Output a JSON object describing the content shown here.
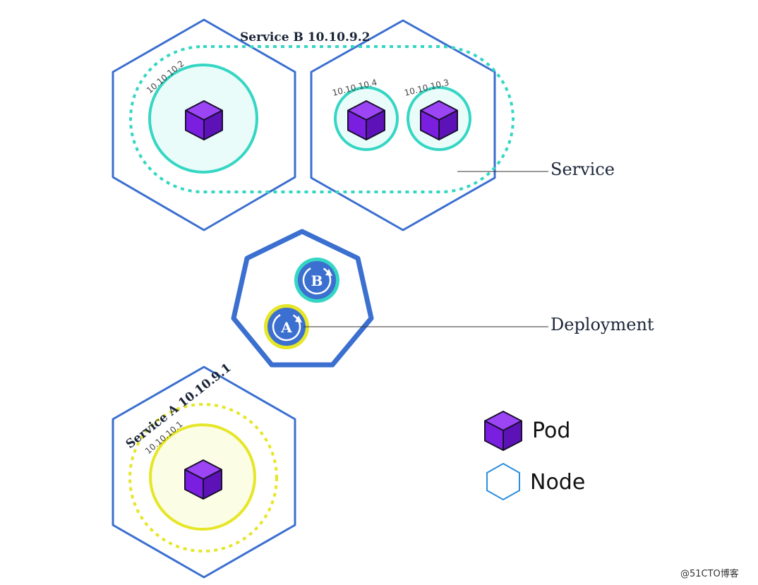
{
  "service_b": {
    "title": "Service B 10.10.9.2",
    "pods": [
      {
        "ip": "10.10.10.2"
      },
      {
        "ip": "10.10.10.4"
      },
      {
        "ip": "10.10.10.3"
      }
    ]
  },
  "service_a": {
    "title": "Service A  10.10.9.1",
    "pods": [
      {
        "ip": "10.10.10.1"
      }
    ]
  },
  "deployment": {
    "badges": [
      {
        "letter": "B"
      },
      {
        "letter": "A"
      }
    ]
  },
  "callouts": {
    "service": "Service",
    "deployment": "Deployment"
  },
  "legend": {
    "pod": "Pod",
    "node": "Node"
  },
  "watermark": "@51CTO博客",
  "colors": {
    "node_blue": "#3b6fd0",
    "service_b_teal": "#35d6c4",
    "service_a_yellow": "#e6e628",
    "pod_purple": "#7a1fe0",
    "legend_node_blue": "#2b8fe0"
  }
}
